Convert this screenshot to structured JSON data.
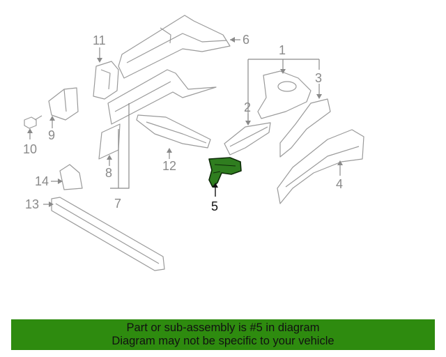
{
  "diagram": {
    "callouts": {
      "c1": "1",
      "c2": "2",
      "c3": "3",
      "c4": "4",
      "c5": "5",
      "c6": "6",
      "c7": "7",
      "c8": "8",
      "c9": "9",
      "c10": "10",
      "c11": "11",
      "c12": "12",
      "c13": "13",
      "c14": "14"
    },
    "highlighted_part": "5",
    "colors": {
      "line": "#8a8a8a",
      "part_outline": "#9a9a9a",
      "highlight_fill": "#2f7d1f",
      "highlight_outline": "#0d2a08"
    }
  },
  "footer": {
    "line1": "Part or sub-assembly is #5 in diagram",
    "line2": "Diagram may not be specific to your vehicle",
    "background": "#2e8b0f"
  }
}
